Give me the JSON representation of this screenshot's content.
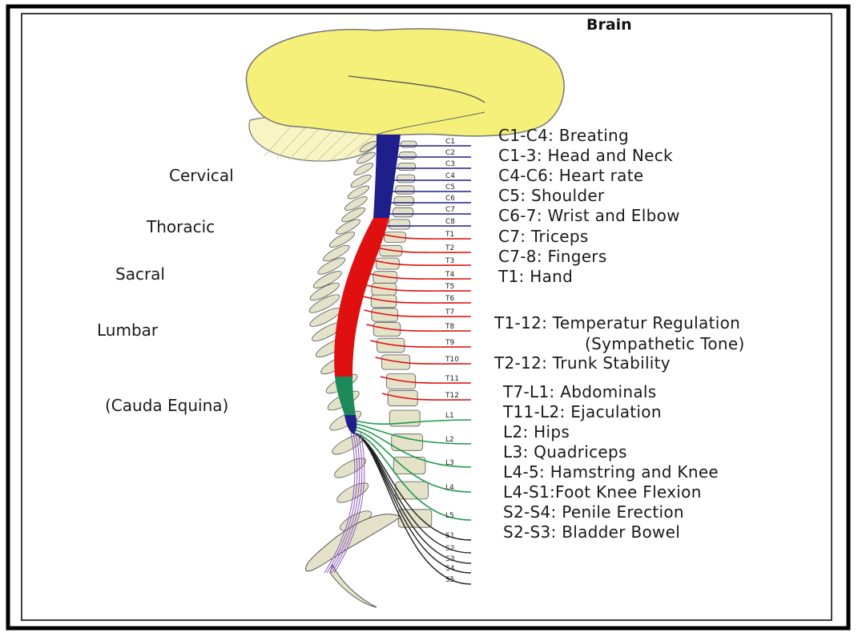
{
  "brain_label": "Brain",
  "regions": [
    {
      "name": "region-cervical",
      "text": "Cervical"
    },
    {
      "name": "region-thoracic",
      "text": "Thoracic"
    },
    {
      "name": "region-sacral",
      "text": "Sacral"
    },
    {
      "name": "region-lumbar",
      "text": "Lumbar"
    },
    {
      "name": "region-cauda-equina",
      "text": "(Cauda Equina)"
    }
  ],
  "segments": [
    "C1",
    "C2",
    "C3",
    "C4",
    "C5",
    "C6",
    "C7",
    "C8",
    "T1",
    "T2",
    "T3",
    "T4",
    "T5",
    "T6",
    "T7",
    "T8",
    "T9",
    "T10",
    "T11",
    "T12",
    "L1",
    "L2",
    "L3",
    "L4",
    "L5",
    "S1",
    "S2",
    "S3",
    "S4",
    "S5"
  ],
  "functions": [
    "C1-C4: Breating",
    "C1-3: Head and Neck",
    "C4-C6: Heart rate",
    "C5: Shoulder",
    "C6-7: Wrist and Elbow",
    "C7: Triceps",
    "C7-8: Fingers",
    "T1: Hand",
    "T1-12: Temperatur Regulation",
    "(Sympathetic Tone)",
    "T2-12: Trunk Stability",
    "T7-L1: Abdominals",
    "T11-L2: Ejaculation",
    "L2: Hips",
    "L3: Quadriceps",
    "L4-5: Hamstring and Knee",
    "L4-S1:Foot Knee Flexion",
    "S2-S4: Penile Erection",
    "S2-S3: Bladder Bowel"
  ],
  "colors": {
    "cerebrum": "#f5f07a",
    "cerebellum": "#f8f4c4",
    "cervical_cord": "#1f1f8c",
    "thoracic_cord": "#e01010",
    "lumbar_cord": "#1a8a5a",
    "cauda_nerves": "#8a5cc0",
    "vertebra": "#e4e2c9"
  }
}
